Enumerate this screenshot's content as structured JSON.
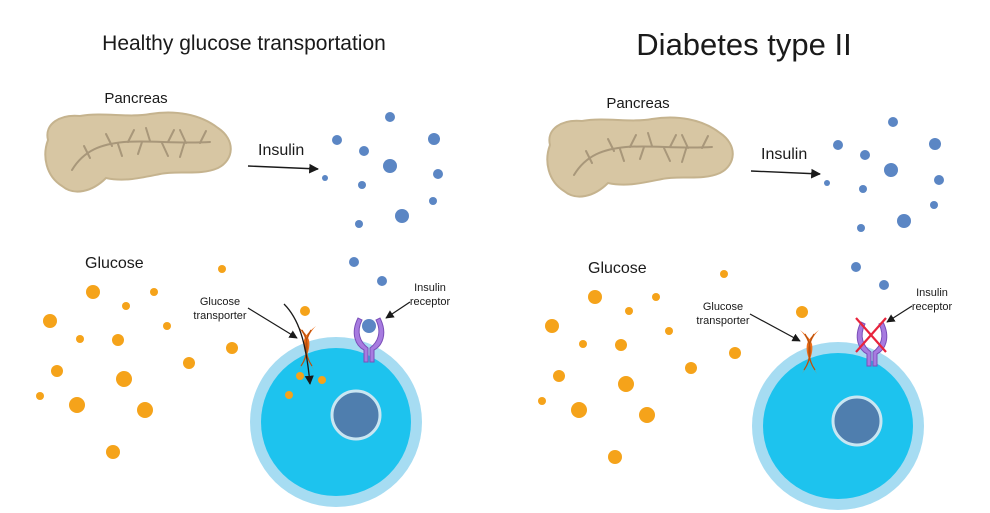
{
  "panels": [
    {
      "title": "Healthy glucose transportation",
      "labels": {
        "pancreas": "Pancreas",
        "insulin": "Insulin",
        "glucose": "Glucose",
        "transporter_line1": "Glucose",
        "transporter_line2": "transporter",
        "receptor_line1": "Insulin",
        "receptor_line2": "receptor"
      },
      "receptor_blocked": false,
      "glucose_enters_cell": true
    },
    {
      "title": "Diabetes type II",
      "labels": {
        "pancreas": "Pancreas",
        "insulin": "Insulin",
        "glucose": "Glucose",
        "transporter_line1": "Glucose",
        "transporter_line2": "transporter",
        "receptor_line1": "Insulin",
        "receptor_line2": "receptor"
      },
      "receptor_blocked": true,
      "glucose_enters_cell": false
    }
  ],
  "colors": {
    "insulin": "#5b86c4",
    "glucose": "#f5a31a",
    "cell_outer": "#a6dcf2",
    "cell_inner": "#1dc3ee",
    "nucleus": "#4f7eae",
    "nucleus_rim": "#c9e6f2",
    "pancreas": "#d7c6a3",
    "pancreas_vein": "#a8977a",
    "transporter": "#ee6f1a",
    "transporter_dark": "#b8510e",
    "receptor": "#a77be0",
    "receptor_dark": "#7a4fb8",
    "block_mark": "#e8243c"
  }
}
